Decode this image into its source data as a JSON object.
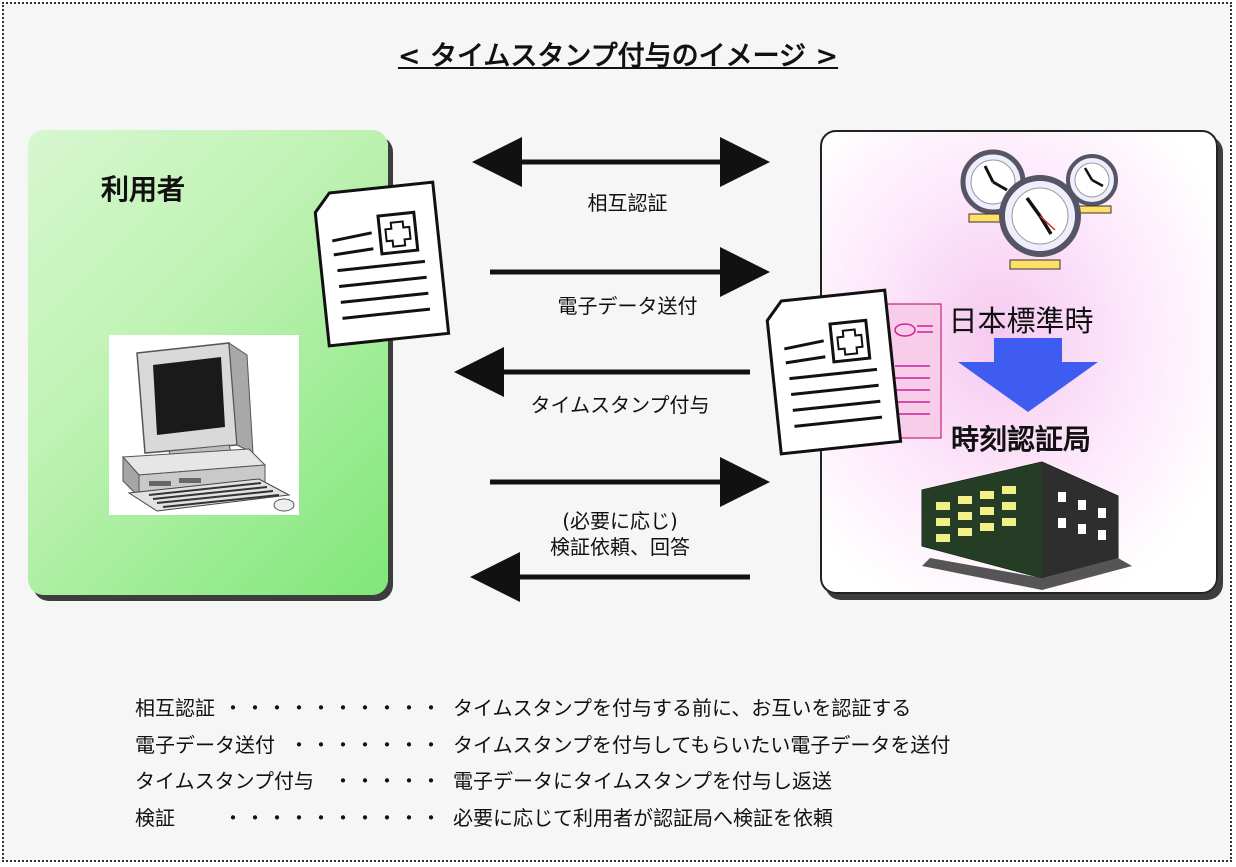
{
  "title": "< タイムスタンプ付与のイメージ >",
  "user_panel": {
    "label": "利用者"
  },
  "tsa_panel": {
    "standard_time_label": "日本標準時",
    "authority_label": "時刻認証局"
  },
  "flows": {
    "mutual_auth": "相互認証",
    "send_data": "電子データ送付",
    "timestamp": "タイムスタンプ付与",
    "verify_line1": "(必要に応じ)",
    "verify_line2": "検証依頼、回答"
  },
  "legend": [
    {
      "term": "相互認証",
      "dots": "・・・・・・・・・・",
      "desc": "タイムスタンプを付与する前に、お互いを認証する"
    },
    {
      "term": "電子データ送付",
      "dots": "・・・・・・・",
      "desc": "タイムスタンプを付与してもらいたい電子データを送付"
    },
    {
      "term": "タイムスタンプ付与",
      "dots": "・・・・・",
      "desc": "電子データにタイムスタンプを付与し返送"
    },
    {
      "term": "検証",
      "dots": "・・・・・・・・・・",
      "desc": "必要に応じて利用者が認証局へ検証を依頼"
    }
  ],
  "colors": {
    "user_panel": "#9be98f",
    "tsa_panel_glow": "#f6c9f0",
    "arrow_down": "#3f5cf0",
    "building": "#1f3a1f"
  }
}
